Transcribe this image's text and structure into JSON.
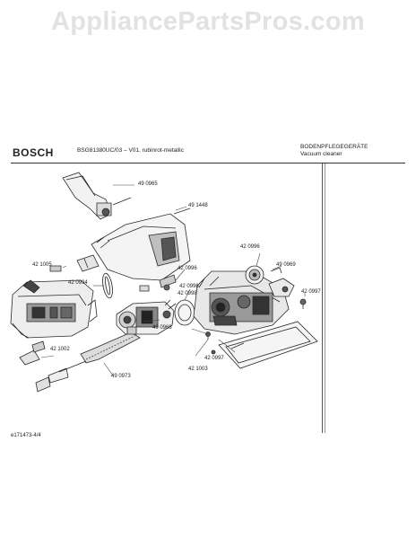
{
  "watermark": {
    "text": "AppliancePartsPros.com",
    "color": "#e2e2e2"
  },
  "header": {
    "brand": "BOSCH",
    "model": "BSG81380UC/03 – V01, rubinrot-metallic",
    "title_de": "BODENPFLEGEGERÄTE",
    "title_en": "Vacuum cleaner"
  },
  "footer": {
    "doc_id": "e171473-4/4"
  },
  "parts": [
    {
      "id": "p1",
      "label": "49 0965"
    },
    {
      "id": "p2",
      "label": "49 1448"
    },
    {
      "id": "p3",
      "label": "42 0996"
    },
    {
      "id": "p4",
      "label": "42 1005"
    },
    {
      "id": "p5",
      "label": "42 0996"
    },
    {
      "id": "p6",
      "label": "49 0969"
    },
    {
      "id": "p7",
      "label": "42 0994"
    },
    {
      "id": "p8",
      "label": "42 0996"
    },
    {
      "id": "p9",
      "label": "42 0998"
    },
    {
      "id": "p10",
      "label": "42 0997"
    },
    {
      "id": "p11",
      "label": "49 0968"
    },
    {
      "id": "p12",
      "label": "42 1002"
    },
    {
      "id": "p13",
      "label": "42 0997"
    },
    {
      "id": "p14",
      "label": "42 1003"
    },
    {
      "id": "p15",
      "label": "49 0973"
    }
  ]
}
